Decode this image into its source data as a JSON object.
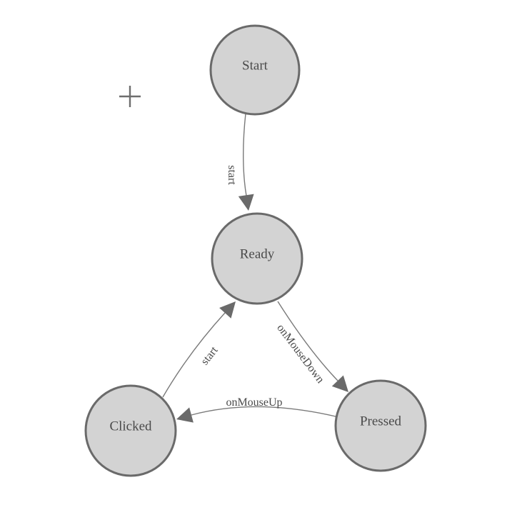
{
  "diagram": {
    "type": "state-machine",
    "colors": {
      "background": "#ffffff",
      "node_fill": "#d3d3d3",
      "node_stroke": "#6a6a6a",
      "edge_stroke": "#7a7a7a",
      "arrow_fill": "#6a6a6a",
      "text": "#4a4a4a",
      "cursor": "#6e6e6e"
    },
    "nodes": [
      {
        "id": "start",
        "label": "Start"
      },
      {
        "id": "ready",
        "label": "Ready"
      },
      {
        "id": "clicked",
        "label": "Clicked"
      },
      {
        "id": "pressed",
        "label": "Pressed"
      }
    ],
    "edges": [
      {
        "from": "Start",
        "to": "Ready",
        "label": "start"
      },
      {
        "from": "Ready",
        "to": "Pressed",
        "label": "onMouseDown"
      },
      {
        "from": "Pressed",
        "to": "Clicked",
        "label": "onMouseUp"
      },
      {
        "from": "Clicked",
        "to": "Ready",
        "label": "start"
      }
    ],
    "cursor": {
      "type": "crosshair-plus"
    }
  }
}
